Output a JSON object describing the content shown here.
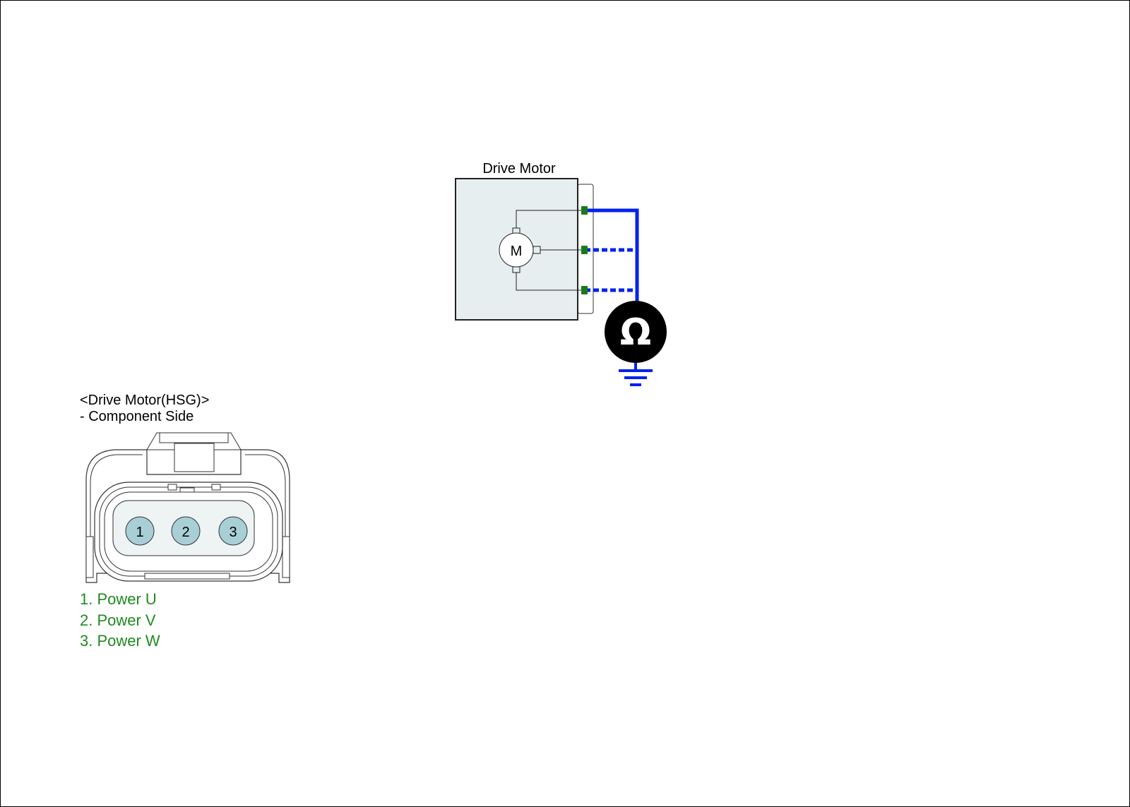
{
  "diagram": {
    "motor_title": "Drive Motor",
    "motor_symbol": "M",
    "ohmmeter_symbol": "Ω",
    "wire_color": "#0022ee",
    "terminal_color": "#1a7a1a"
  },
  "connector": {
    "title": "<Drive Motor(HSG)>",
    "subtitle": "- Component Side",
    "pin_numbers": [
      "1",
      "2",
      "3"
    ],
    "pins": [
      "1. Power U",
      "2. Power V",
      "3. Power W"
    ],
    "pin_label_color": "#1f8a1f"
  }
}
